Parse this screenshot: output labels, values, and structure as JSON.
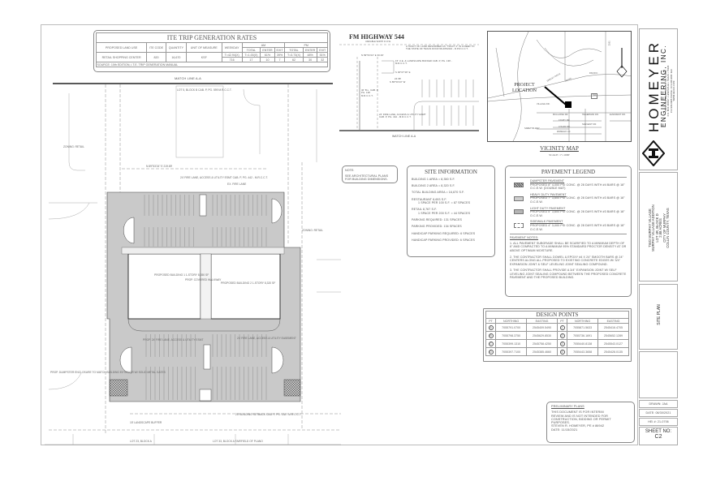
{
  "ite_table": {
    "title": "ITE TRIP GENERATION RATES",
    "headers": [
      "PROPOSED LAND USE",
      "ITE CODE",
      "QUANTITY",
      "UNIT OF MEASURE",
      "WEEKDAY",
      "AM",
      "PM"
    ],
    "subheaders": [
      "TOTAL",
      "ENTER",
      "EXIT",
      "TOTAL",
      "ENTER",
      "EXIT"
    ],
    "row": {
      "land_use": "RETAIL SHOPPING CENTER",
      "code": "820",
      "quantity": "16,670",
      "unit": "KSF",
      "weekday": [
        "T=42.94(X)",
        "716"
      ],
      "am": [
        [
          "T=1.00(X)",
          "17"
        ],
        [
          "61%",
          "10"
        ],
        [
          "39%",
          "7"
        ]
      ],
      "pm": [
        [
          "T=3.73(X)",
          "62"
        ],
        [
          "48%",
          "30"
        ],
        [
          "51%",
          "32"
        ]
      ]
    },
    "source": "SOURCE: 10th EDITION, I.T.E. TRIP GENERATION MANUAL"
  },
  "match_line": "MATCH LINE A-A",
  "highway": {
    "title": "FM HIGHWAY 544",
    "subtitle": "VARIABLE WIDTH R.O.W.",
    "labels": [
      "A TRACT OF LAND DESCRIBED AS \"TRACT 2\" IN A DEED TO THE STATE OF TEXAS DOC# 96-0051944 - R.P.R.C.C.T.",
      "15' U.E. & LANDSCAPE BUFFER CAB. P, PG. 138 - M.R.C.C.T.",
      "40' B.L. CAB. P, PG. 138 M.R.C.C.T.",
      "24' FIRE LANE, ACCESS & UTILITY ESMT CAB. P, PG. 442 - M.R.C.C.T.",
      "N 89°53'24\" E 30.00'",
      "S 00°07'39\" E",
      "24.98'",
      "S 89°53'24\" W"
    ],
    "watch_line": "WATCH LINE A-A"
  },
  "vicinity_map": {
    "title": "VICINITY MAP",
    "scale": "SCALE: 1\"=1000'",
    "project_label": [
      "PROJECT",
      "LOCATION"
    ],
    "streets": [
      "SHELBY RAILS",
      "UNION",
      "PACIFIC",
      "544",
      "VILLAGE DR.",
      "MULLVANE DR.",
      "HAGERMAN DR.",
      "ELMCREST DR.",
      "COLBY DR.",
      "LOGAN DR.",
      "SARGENT DR.",
      "SABETHA WAY",
      "WAMEGO LN.",
      "2551"
    ]
  },
  "note": {
    "title": "NOTE:",
    "text": "SEE ARCHITECTURAL PLANS FOR BUILDING DIMENSIONS."
  },
  "site_info": {
    "title": "SITE INFORMATION",
    "lines": [
      "BUILDING 1 AREA = 8,350 S.F.",
      "BUILDING 2 AREA = 8,320 S.F.",
      "TOTAL BUILDING AREA = 16,670 S.F.",
      "RESTAURANT 8,693 S.F.",
      "1 SPACE PER 100 S.F. = 87 SPACES",
      "RETAIL 8,767 S.F.",
      "1 SPACE PER 200 S.F. = 44 SPACES",
      "PARKING REQUIRED: 131 SPACES",
      "PARKING PROVIDED: 134 SPACES",
      "HANDICAP PARKING REQUIRED: 6 SPACES",
      "HANDICAP PARKING PROVIDED: 6 SPACES"
    ]
  },
  "pavement_legend": {
    "title": "PAVEMENT LEGEND",
    "items": [
      {
        "name": "DUMPSTER PAVEMENT",
        "desc": "PROPOSED 8\" 4,000 PSI CONC. @ 28 DAYS WITH #4 BARS @ 18\" O.C.E.W. (DOUBLE MAT)",
        "swatch": "#999"
      },
      {
        "name": "HEAVY DUTY PAVEMENT",
        "desc": "PROPOSED 7\" 3,600 PSI CONC. @ 28 DAYS WITH #3 BARS @ 18\" O.C.E.W.",
        "swatch": "#cfcfcf"
      },
      {
        "name": "LIGHT DUTY PAVEMENT",
        "desc": "PROPOSED 5\" 3,600 PSI CONC. @ 28 DAYS WITH #3 BARS @ 18\" O.C.E.W.",
        "swatch": "#b5b5b5"
      },
      {
        "name": "SIDEWALK PAVEMENT",
        "desc": "PROPOSED 4\" 3,000 PSI CONC. @ 28 DAYS WITH #3 BARS @ 18\" O.C.E.W.",
        "swatch": "#ffffff"
      }
    ],
    "notes_title": "PAVEMENT NOTES:",
    "notes": [
      "1. ALL PAVEMENT SUBGRADE SHALL BE SCARIFIED TO A MINIMUM DEPTH OF 6\" AND COMPACTED TO A MINIMUM 95% STANDARD PROCTOR DENSITY AT OR ABOVE OPTIMUM MOISTURE.",
      "2. THE CONTRACTOR SHALL DOWEL & EPOXY #4 X 24\" SMOOTH BARS @ 24\" CENTERS ALONG ALL PROPOSED TO EXISTING CONCRETE EDGES W/ 3/4\" EXPANSION JOINT & SELF LEVELING JOINT SEALING COMPOUND.",
      "3. THE CONTRACTOR SHALL PROVIDE A 3/4\" EXPANSION JOINT W/ SELF LEVELING JOINT SEALING COMPOUND BETWEEN THE PROPOSED CONCRETE PAVEMENT AND THE PROPOSED BUILDING."
    ]
  },
  "design_points": {
    "title": "DESIGN POINTS",
    "headers": [
      "PT",
      "NORTHING",
      "EASTING",
      "PT",
      "NORTHING",
      "EASTING"
    ],
    "rows": [
      [
        "A",
        "7055791.0700",
        "2545409.5490",
        "1",
        "7055871.5633",
        "2545416.4705"
      ],
      [
        "B",
        "7055798.3750",
        "2545629.8530",
        "2",
        "7055736.1691",
        "2545652.1289"
      ],
      [
        "C",
        "7055399.1310",
        "2545758.4250",
        "3",
        "7055440.8138",
        "2545543.0127"
      ],
      [
        "D",
        "7055397.7100",
        "2545385.4660",
        "4",
        "7055443.3658",
        "2545428.0135"
      ]
    ]
  },
  "preliminary": {
    "title": "PRELIMINARY PLANS",
    "text": [
      "THIS DOCUMENT IS FOR INTERIM",
      "REVIEW AND IS NOT INTENDED FOR",
      "CONSTRUCTION, BIDDING OR PERMIT",
      "PURPOSES.",
      "STEVEN R. HOMEYER, PE # 86942",
      "DATE: 11/15/2021"
    ]
  },
  "title_block": {
    "company": "HOMEYER",
    "company2": "ENGINEERING, INC.",
    "firm_lines": [
      "TBPE FIRM REGISTRATION NO. F-8440",
      "P.O. BOX 294527 • LEWISVILLE • TEXAS • 75029",
      "972-906-9985 PHONE • 972-906-9987 FAX",
      "WWW.HEI.US.COM"
    ],
    "project": [
      "TWO MURPHY VILLAGE",
      "MURPHY VILLAGE ADDITION",
      "LOT 4R, BLOCK D",
      "2.88 ACRES",
      "CITY OF MURPHY",
      "COLLIN COUNTY, TEXAS"
    ],
    "sheet_title": "SITE PLAN",
    "drawn": "DRAWN: JAA",
    "date": "DATE: 08/30/2021",
    "hei": "HEI #: 21-0706",
    "sheet_no_label": "SHEET NO:",
    "sheet_no": "C2"
  },
  "plan_labels": {
    "a": "PROPOSED BUILDING 1 1-STORY 8,350 SF",
    "b": "PROPOSED BUILDING 2 1-STORY 8,320 SF",
    "c": "PROP. 24' FIRE LANE, ACCESS & UTILITY ESMT",
    "d": "24' FIRE LANE, ACCESS & UTILITY EASEMENT",
    "e": "PROP. DUMPSTER ENCLOSURE TO MATCH BUILDING EXTERIOR W/ SOLID METAL GATES",
    "f": "15' LANDSCAPE BUFFER",
    "g": "ZONING: RETAIL",
    "h": "LOT 5, BLOCK B CAB. P, PG. 599 M.R.C.C.T.",
    "i": "24' FIRE LANE, ACCESS & UTILITY ESMT CAB. P, PG. 442 - M.R.C.C.T.",
    "j": "EX. FIRE LANE",
    "k": "PROP. COVERED WALKWAY",
    "l": "LOT 23, BLOCK A",
    "m": "LOT 33, BLOCK A FAIRFIELD OF PLANO",
    "n": "25' BUILDING SETBACK CAB. P, PG. 138 - M.R.C.C.T.",
    "o": "ZONING: RETAIL",
    "p": "N 89°53'24\" E 219.89'"
  },
  "colors": {
    "pavement": "#c9c9c9",
    "line": "#555555",
    "hatch": "#777777"
  }
}
